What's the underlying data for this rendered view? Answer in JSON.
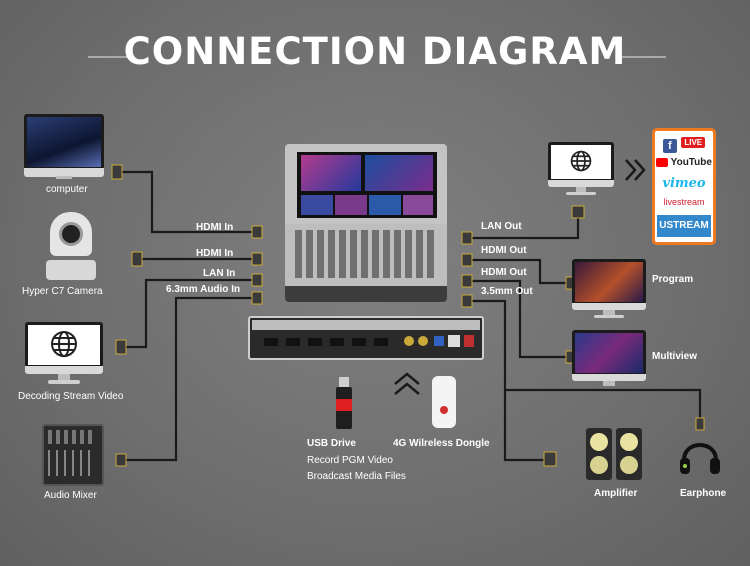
{
  "title": "CONNECTION DIAGRAM",
  "inputs": {
    "computer": "computer",
    "camera": "Hyper C7 Camera",
    "decoding": "Decoding Stream Video",
    "mixer": "Audio Mixer"
  },
  "input_ports": {
    "hdmi_in_1": "HDMI In",
    "hdmi_in_2": "HDMI In",
    "lan_in": "LAN In",
    "audio_in": "6.3mm Audio In"
  },
  "output_ports": {
    "lan_out": "LAN Out",
    "hdmi_out_1": "HDMI Out",
    "hdmi_out_2": "HDMI Out",
    "audio_out": "3.5mm Out"
  },
  "outputs": {
    "program": "Program",
    "multiview": "Multiview",
    "amplifier": "Amplifier",
    "earphone": "Earphone"
  },
  "streaming_platforms": [
    "LIVE",
    "YouTube",
    "vimeo",
    "livestream",
    "USTREAM"
  ],
  "accessories": {
    "usb_drive": "USB Drive",
    "usb_line2": "Record PGM Video",
    "usb_line3": "Broadcast Media Files",
    "dongle": "4G Wilreless Dongle"
  },
  "colors": {
    "background": "#727272",
    "cable": "#1a1a1a",
    "stream_border": "#ef7a1f",
    "facebook": "#3b5998",
    "youtube_red": "#ff0000",
    "vimeo": "#1ab7ea",
    "livestream": "#cf202e",
    "ustream": "#3388cc"
  }
}
